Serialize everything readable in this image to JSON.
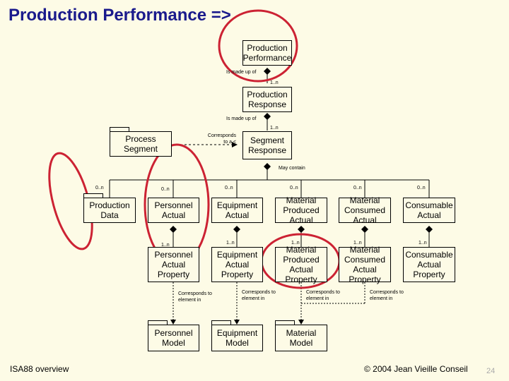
{
  "slide": {
    "title": "Production Performance =>",
    "footer_left": "ISA88 overview",
    "footer_right": "© 2004 Jean Vieille Conseil",
    "page_number": "24"
  },
  "boxes": {
    "production_performance": "Production Performance",
    "production_response": "Production Response",
    "segment_response": "Segment Response",
    "process_segment": "Process Segment",
    "production_data": "Production Data",
    "personnel_actual": "Personnel Actual",
    "equipment_actual": "Equipment Actual",
    "material_produced_actual": "Material Produced Actual",
    "material_consumed_actual": "Material Consumed Actual",
    "consumable_actual": "Consumable Actual",
    "personnel_actual_property": "Personnel Actual Property",
    "equipment_actual_property": "Equipment Actual Property",
    "material_produced_actual_property": "Material Produced Actual Property",
    "material_consumed_actual_property": "Material Consumed Actual Property",
    "consumable_actual_property": "Consumable Actual Property",
    "personnel_model": "Personnel Model",
    "equipment_model": "Equipment Model",
    "material_model": "Material Model"
  },
  "labels": {
    "is_made_up_of_1": "Is made up of",
    "mult_1n_1": "1..n",
    "is_made_up_of_2": "Is made up of",
    "mult_1n_2": "1..n",
    "corresponds_to_a": "Corresponds to a <",
    "may_contain": "May contain",
    "m_production_data": "0..n",
    "m_personnel_actual": "0..n",
    "m_equipment_actual": "0..n",
    "m_material_produced": "0..n",
    "m_material_consumed": "0..n",
    "m_consumable": "0..n",
    "p_personnel": "1..n",
    "p_equipment": "1..n",
    "p_material_produced": "1..n",
    "p_material_consumed": "1..n",
    "p_consumable": "1..n",
    "corr_personnel": "Corresponds to element in",
    "corr_equipment": "Corresponds to element in",
    "corr_material_produced": "Corresponds to element in",
    "corr_material_consumed": "Corresponds to element in"
  },
  "colors": {
    "background": "#fdfbe6",
    "title": "#1a1a8c",
    "highlight_circle": "#cc2233"
  }
}
